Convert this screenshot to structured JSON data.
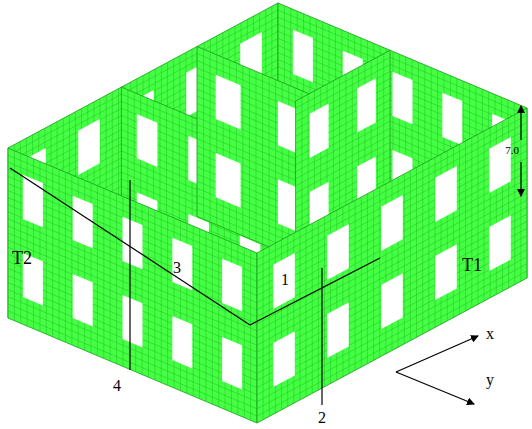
{
  "diagram": {
    "labels": [
      "7.0",
      "T2",
      "3",
      "1",
      "T1",
      "x",
      "y",
      "4",
      "2"
    ]
  }
}
